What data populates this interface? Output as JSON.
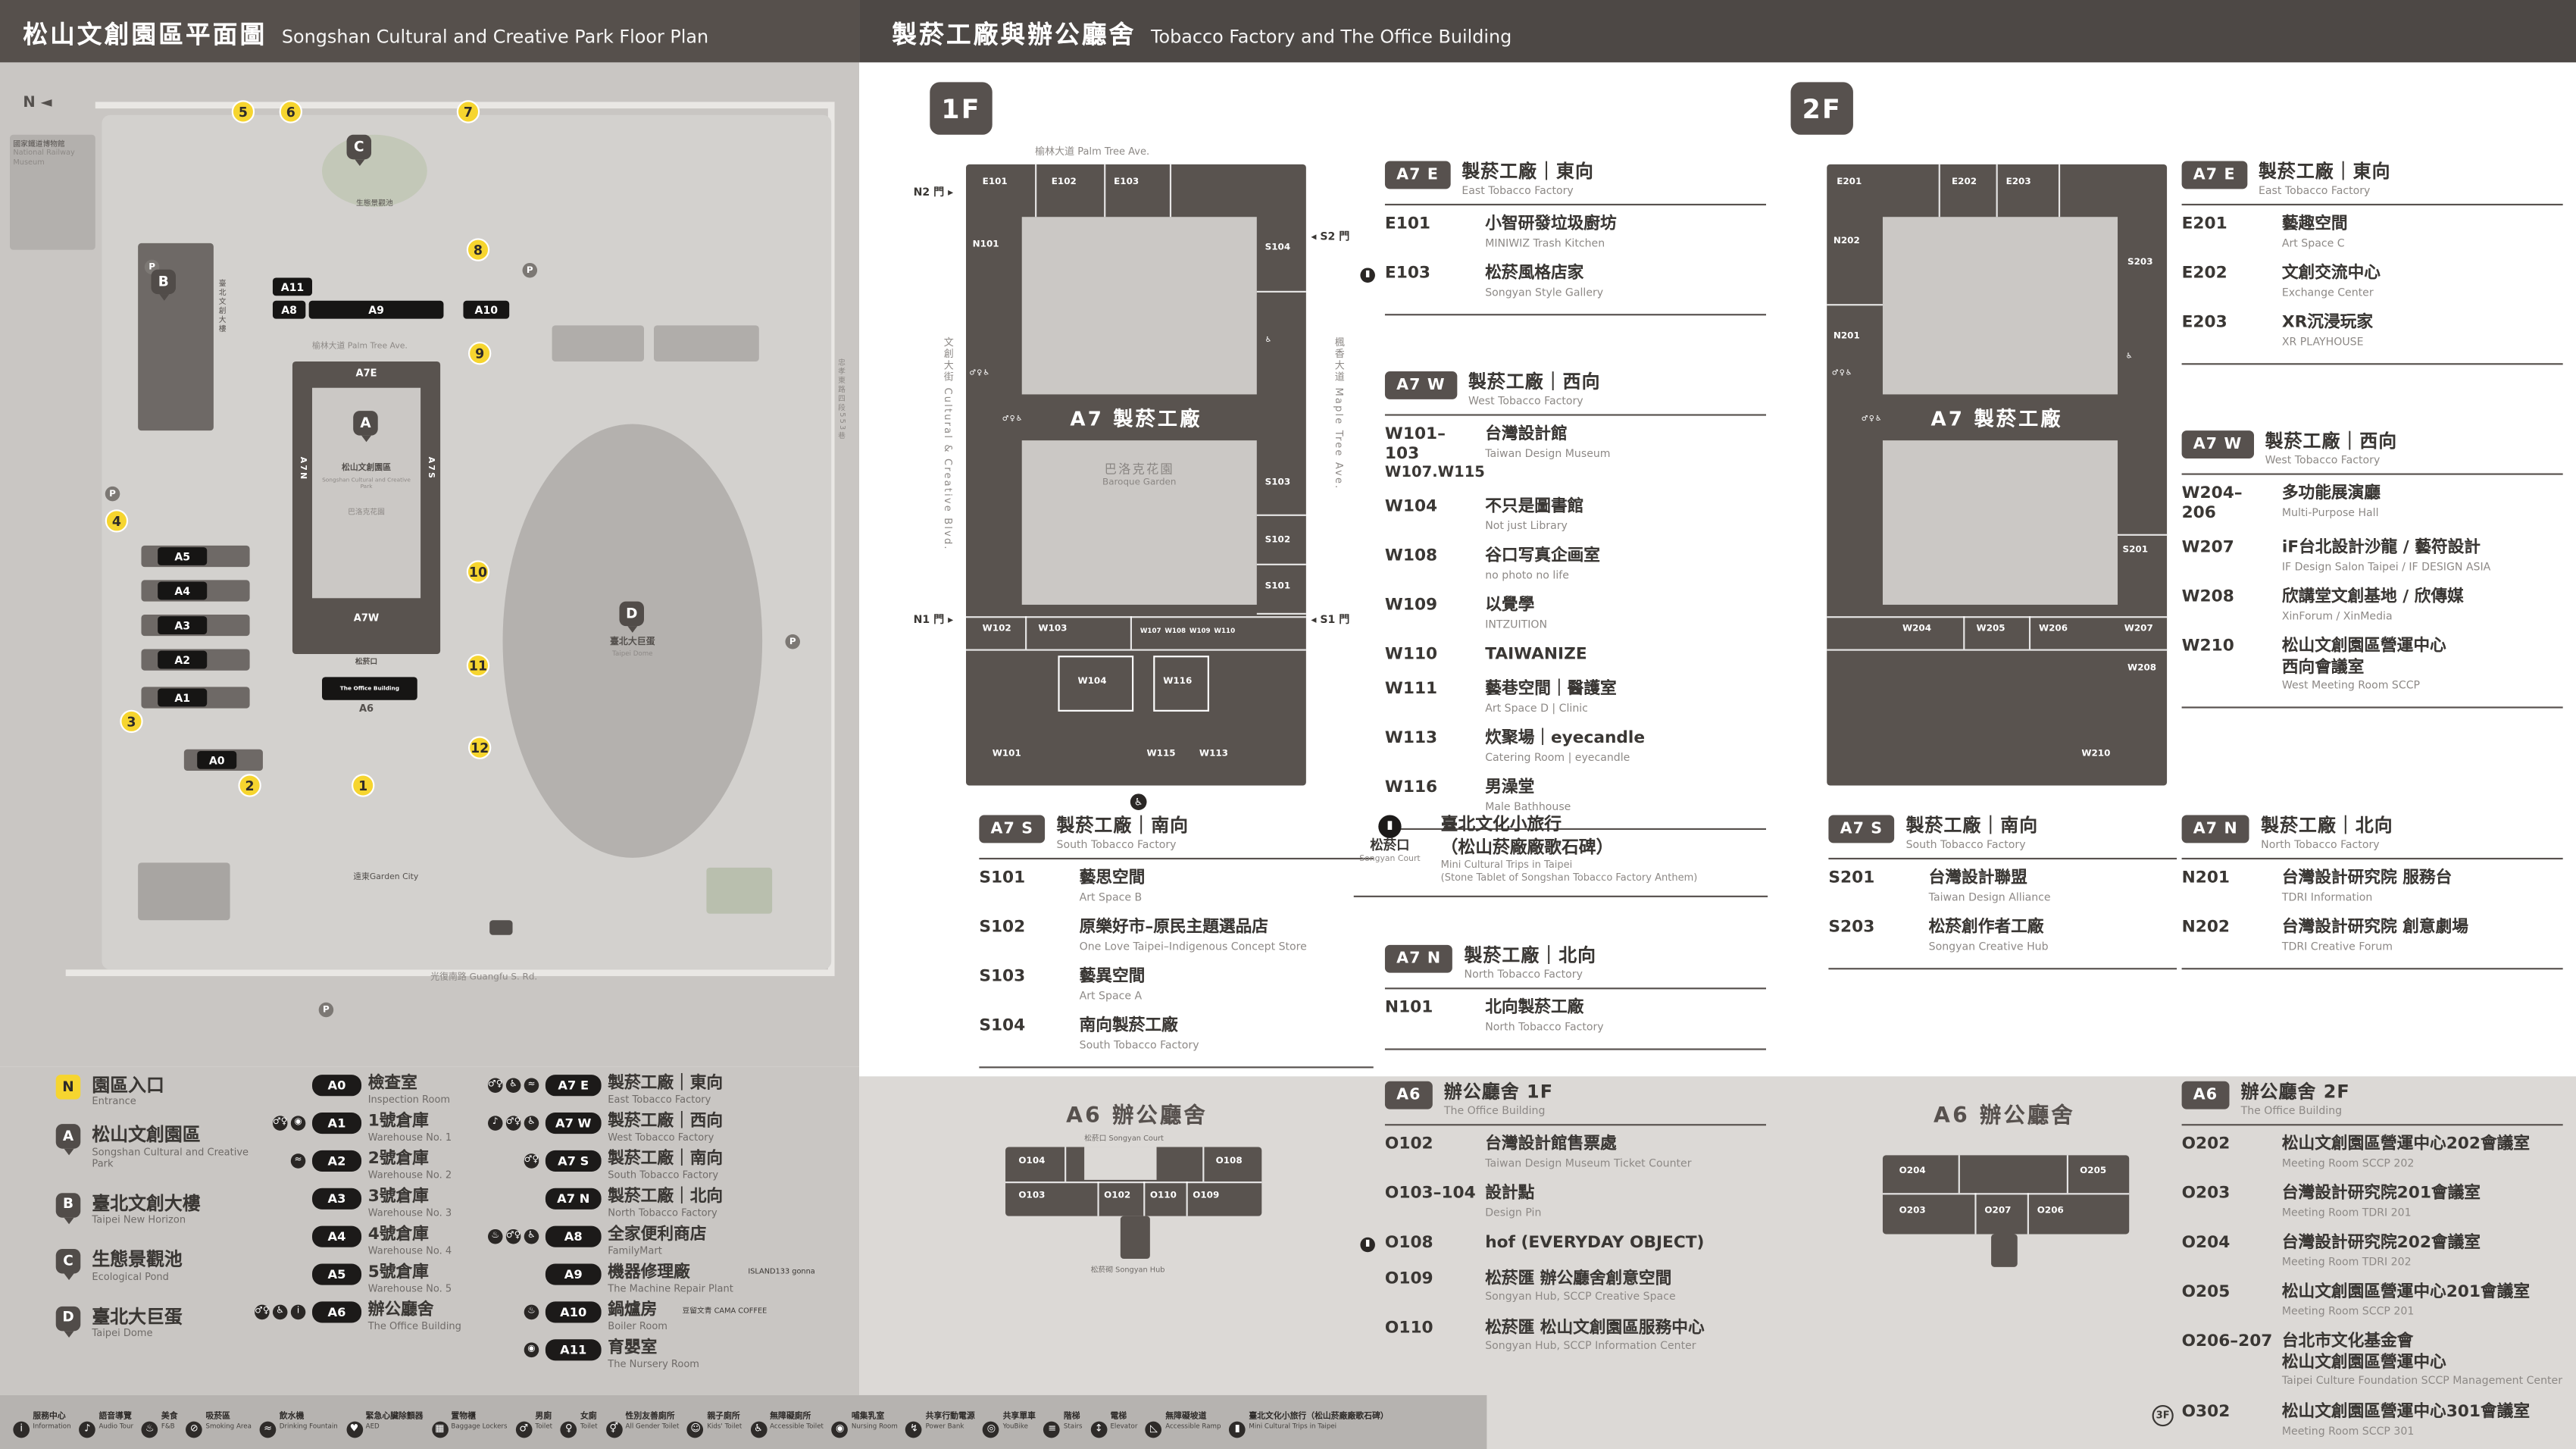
{
  "left_header": {
    "zh": "松山文創園區平面圖",
    "en": "Songshan Cultural and Creative Park Floor Plan"
  },
  "right_header": {
    "zh": "製菸工廠與辦公廳舍",
    "en": "Tobacco Factory and The Office Building"
  },
  "floors": {
    "f1": "1F",
    "f2": "2F"
  },
  "glyphs": {
    "north": "N",
    "wc": "♂♀♿",
    "acc": "♿"
  },
  "icon_glyphs": {
    "info": "i",
    "audio": "♪",
    "food": "♨",
    "smoking": "⊘",
    "fountain": "≈",
    "aed": "♥",
    "locker": "▦",
    "mens": "♂",
    "womens": "♀",
    "allgender": "⚥",
    "kids": "☺",
    "accessible": "♿",
    "nursing": "◉",
    "powerbank": "↯",
    "bike": "◎",
    "stairs": "≡",
    "elevator": "↕",
    "ramp": "◺",
    "landmark": "▮",
    "toilet": "♂♀"
  },
  "map": {
    "railway_zh": "國家鐵道博物館",
    "railway_en": "National Railway Museum",
    "eco_zh": "生態景觀池",
    "eco_en": "Ecological Pond",
    "palm_ave": "榆林大道 Palm Tree Ave.",
    "new_horizon_zh": "臺北文創大樓",
    "a7e": "A7E",
    "a7w": "A7W",
    "a7n": "A7N",
    "a7s": "A7S",
    "a6": "A6",
    "sccp_zh": "松山文創園區",
    "sccp_en": "Songshan Cultural and Creative Park",
    "baroque_zh": "巴洛克花園",
    "court": "松菸口",
    "office_en": "The Office Building",
    "dome_zh": "臺北大巨蛋",
    "dome_en": "Taipei Dome",
    "garden_city": "遠東Garden City",
    "guangfu": "光復南路 Guangfu S. Rd.",
    "zhongxiao": "忠孝東路四段553巷",
    "numbers": [
      "1",
      "2",
      "3",
      "4",
      "5",
      "6",
      "7",
      "8",
      "9",
      "10",
      "11",
      "12"
    ],
    "pins": [
      "A",
      "B",
      "C",
      "D"
    ],
    "wh": [
      "A5",
      "A4",
      "A3",
      "A2",
      "A1",
      "A0"
    ],
    "tb": [
      "A8",
      "A9",
      "A10",
      "A11"
    ],
    "p": "P"
  },
  "legend": {
    "entrance": {
      "badge": "N",
      "zh": "園區入口",
      "en": "Entrance"
    },
    "places": [
      {
        "badge": "A",
        "zh": "松山文創園區",
        "en": "Songshan Cultural and Creative Park"
      },
      {
        "badge": "B",
        "zh": "臺北文創大樓",
        "en": "Taipei New Horizon"
      },
      {
        "badge": "C",
        "zh": "生態景觀池",
        "en": "Ecological Pond"
      },
      {
        "badge": "D",
        "zh": "臺北大巨蛋",
        "en": "Taipei Dome"
      }
    ],
    "col_a": [
      {
        "code": "A0",
        "zh": "檢查室",
        "en": "Inspection Room"
      },
      {
        "code": "A1",
        "zh": "1號倉庫",
        "en": "Warehouse No. 1",
        "icons": [
          "toilet",
          "nursing"
        ]
      },
      {
        "code": "A2",
        "zh": "2號倉庫",
        "en": "Warehouse No. 2",
        "icons": [
          "fountain"
        ]
      },
      {
        "code": "A3",
        "zh": "3號倉庫",
        "en": "Warehouse No. 3"
      },
      {
        "code": "A4",
        "zh": "4號倉庫",
        "en": "Warehouse No. 4"
      },
      {
        "code": "A5",
        "zh": "5號倉庫",
        "en": "Warehouse No. 5"
      },
      {
        "code": "A6",
        "zh": "辦公廳舍",
        "en": "The Office Building",
        "icons": [
          "toilet",
          "accessible",
          "info"
        ]
      }
    ],
    "col_b": [
      {
        "code": "A7 E",
        "zh": "製菸工廠｜東向",
        "en": "East Tobacco Factory",
        "icons": [
          "toilet",
          "accessible",
          "fountain"
        ]
      },
      {
        "code": "A7 W",
        "zh": "製菸工廠｜西向",
        "en": "West Tobacco Factory",
        "icons": [
          "audio",
          "toilet",
          "accessible"
        ]
      },
      {
        "code": "A7 S",
        "zh": "製菸工廠｜南向",
        "en": "South Tobacco Factory",
        "icons": [
          "toilet"
        ]
      },
      {
        "code": "A7 N",
        "zh": "製菸工廠｜北向",
        "en": "North Tobacco Factory"
      },
      {
        "code": "A8",
        "zh": "全家便利商店",
        "en": "FamilyMart",
        "icons": [
          "food",
          "toilet",
          "accessible"
        ]
      },
      {
        "code": "A9",
        "zh": "機器修理廠",
        "en": "The Machine Repair Plant",
        "note": "ISLAND133 gonna"
      },
      {
        "code": "A10",
        "zh": "鍋爐房",
        "en": "Boiler Room",
        "note": "豆留文青 CAMA COFFEE",
        "icons": [
          "food"
        ]
      },
      {
        "code": "A11",
        "zh": "育嬰室",
        "en": "The Nursery Room",
        "icons": [
          "nursing"
        ]
      }
    ]
  },
  "plan1": {
    "rooms": [
      "E101",
      "E102",
      "E103",
      "N101",
      "S104",
      "S103",
      "S102",
      "S101",
      "W102",
      "W103",
      "W107",
      "W108",
      "W109",
      "W110",
      "W104",
      "W116",
      "W101",
      "W115",
      "W113"
    ],
    "center": "A7 製菸工廠",
    "garden_zh": "巴洛克花園",
    "garden_en": "Baroque Garden",
    "gates": [
      "N2 門 ▸",
      "◂ S2 門",
      "N1 門 ▸",
      "◂ S1 門"
    ],
    "ave_top": "榆林大道 Palm Tree Ave.",
    "ave_left": "文創大街 Cultural & Creative Blvd.",
    "ave_right": "楓香大道 Maple Tree Ave."
  },
  "plan2": {
    "rooms": [
      "E201",
      "E202",
      "E203",
      "N202",
      "N201",
      "S203",
      "S201",
      "W204",
      "W205",
      "W206",
      "W207",
      "W208",
      "W210"
    ],
    "center": "A7 製菸工廠"
  },
  "f1_east": {
    "code": "A7 E",
    "zh": "製菸工廠｜東向",
    "en": "East Tobacco Factory",
    "rows": [
      {
        "code": "E101",
        "zh": "小智研發垃圾廚坊",
        "en": "MINIWIZ Trash Kitchen"
      },
      {
        "code": "E103",
        "zh": "松菸風格店家",
        "en": "Songyan Style Gallery",
        "icons": [
          "landmark"
        ]
      }
    ]
  },
  "f1_west": {
    "code": "A7 W",
    "zh": "製菸工廠｜西向",
    "en": "West Tobacco Factory",
    "rows": [
      {
        "code": "W101–103",
        "code2": "W107.W115",
        "zh": "台灣設計館",
        "en": "Taiwan Design Museum"
      },
      {
        "code": "W104",
        "zh": "不只是圖書館",
        "en": "Not just Library"
      },
      {
        "code": "W108",
        "zh": "谷口写真企画室",
        "en": "no photo no life"
      },
      {
        "code": "W109",
        "zh": "以覺學",
        "en": "INTZUITION"
      },
      {
        "code": "W110",
        "zh": "TAIWANIZE"
      },
      {
        "code": "W111",
        "zh": "藝巷空間｜醫護室",
        "en": "Art Space D | Clinic"
      },
      {
        "code": "W113",
        "zh": "炊聚場｜eyecandle",
        "en": "Catering Room | eyecandle"
      },
      {
        "code": "W116",
        "zh": "男澡堂",
        "en": "Male Bathhouse"
      }
    ]
  },
  "f1_south": {
    "code": "A7 S",
    "zh": "製菸工廠｜南向",
    "en": "South Tobacco Factory",
    "rows": [
      {
        "code": "S101",
        "zh": "藝思空間",
        "en": "Art Space B"
      },
      {
        "code": "S102",
        "zh": "原樂好市–原民主題選品店",
        "en": "One Love Taipei–Indigenous Concept Store"
      },
      {
        "code": "S103",
        "zh": "藝異空間",
        "en": "Art Space A"
      },
      {
        "code": "S104",
        "zh": "南向製菸工廠",
        "en": "South Tobacco Factory"
      }
    ]
  },
  "songyan": {
    "label_zh": "松菸口",
    "label_en": "Songyan Court",
    "zh1": "臺北文化小旅行",
    "zh2": "（松山菸廠廠歌石碑）",
    "en1": "Mini Cultural Trips in Taipei",
    "en2": "(Stone Tablet of Songshan Tobacco Factory Anthem)"
  },
  "f1_north": {
    "code": "A7 N",
    "zh": "製菸工廠｜北向",
    "en": "North Tobacco Factory",
    "rows": [
      {
        "code": "N101",
        "zh": "北向製菸工廠",
        "en": "North Tobacco Factory"
      }
    ]
  },
  "a6_1f": {
    "title": "A6 辦公廳舍",
    "court": "松菸口 Songyan Court",
    "hub": "松菸砌 Songyan Hub",
    "plan_rooms": [
      "O104",
      "O108",
      "O103",
      "O102",
      "O110",
      "O109"
    ],
    "list": {
      "code": "A6",
      "zh": "辦公廳舍 1F",
      "en": "The Office Building",
      "rows": [
        {
          "code": "O102",
          "zh": "台灣設計館售票處",
          "en": "Taiwan Design Museum Ticket Counter"
        },
        {
          "code": "O103–104",
          "zh": "設計點",
          "en": "Design Pin"
        },
        {
          "code": "O108",
          "zh": "hof (EVERYDAY OBJECT)",
          "icons": [
            "landmark"
          ]
        },
        {
          "code": "O109",
          "zh": "松菸匯 辦公廳舍創意空間",
          "en": "Songyan Hub, SCCP Creative Space"
        },
        {
          "code": "O110",
          "zh": "松菸匯 松山文創園區服務中心",
          "en": "Songyan Hub, SCCP Information Center"
        }
      ]
    }
  },
  "f2_east": {
    "code": "A7 E",
    "zh": "製菸工廠｜東向",
    "en": "East Tobacco Factory",
    "rows": [
      {
        "code": "E201",
        "zh": "藝趣空間",
        "en": "Art Space C"
      },
      {
        "code": "E202",
        "zh": "文創交流中心",
        "en": "Exchange Center"
      },
      {
        "code": "E203",
        "zh": "XR沉浸玩家",
        "en": "XR PLAYHOUSE"
      }
    ]
  },
  "f2_west": {
    "code": "A7 W",
    "zh": "製菸工廠｜西向",
    "en": "West Tobacco Factory",
    "rows": [
      {
        "code": "W204–206",
        "zh": "多功能展演廳",
        "en": "Multi-Purpose Hall"
      },
      {
        "code": "W207",
        "zh": "iF台北設計沙龍 / 藝符設計",
        "en": "IF Design Salon Taipei / IF DESIGN ASIA"
      },
      {
        "code": "W208",
        "zh": "欣講堂文創基地 / 欣傳媒",
        "en": "XinForum / XinMedia"
      },
      {
        "code": "W210",
        "zh": "松山文創園區營運中心",
        "zh2": "西向會議室",
        "en": "West Meeting Room SCCP"
      }
    ]
  },
  "f2_south": {
    "code": "A7 S",
    "zh": "製菸工廠｜南向",
    "en": "South Tobacco Factory",
    "rows": [
      {
        "code": "S201",
        "zh": "台灣設計聯盟",
        "en": "Taiwan Design Alliance"
      },
      {
        "code": "S203",
        "zh": "松菸創作者工廠",
        "en": "Songyan Creative Hub"
      }
    ]
  },
  "f2_north": {
    "code": "A7 N",
    "zh": "製菸工廠｜北向",
    "en": "North Tobacco Factory",
    "rows": [
      {
        "code": "N201",
        "zh": "台灣設計研究院 服務台",
        "en": "TDRI Information"
      },
      {
        "code": "N202",
        "zh": "台灣設計研究院 創意劇場",
        "en": "TDRI Creative Forum"
      }
    ]
  },
  "a6_2f": {
    "title": "A6 辦公廳舍",
    "plan_rooms": [
      "O204",
      "O205",
      "O203",
      "O207",
      "O206"
    ],
    "list": {
      "code": "A6",
      "zh": "辦公廳舍 2F",
      "en": "The Office Building",
      "rows": [
        {
          "code": "O202",
          "zh": "松山文創園區營運中心202會議室",
          "en": "Meeting Room SCCP 202"
        },
        {
          "code": "O203",
          "zh": "台灣設計研究院201會議室",
          "en": "Meeting Room TDRI 201"
        },
        {
          "code": "O204",
          "zh": "台灣設計研究院202會議室",
          "en": "Meeting Room TDRI 202"
        },
        {
          "code": "O205",
          "zh": "松山文創園區營運中心201會議室",
          "en": "Meeting Room SCCP 201"
        },
        {
          "code": "O206–207",
          "zh": "台北市文化基金會",
          "zh2": "松山文創園區營運中心",
          "en": "Taipei Culture Foundation SCCP Management Center"
        }
      ]
    },
    "extra": {
      "floor": "3F",
      "code": "O302",
      "zh": "松山文創園區營運中心301會議室",
      "en": "Meeting Room SCCP 301"
    }
  },
  "footer": [
    {
      "zh": "服務中心",
      "en": "Information",
      "icons": [
        "info"
      ]
    },
    {
      "zh": "語音導覽",
      "en": "Audio Tour",
      "icons": [
        "audio"
      ]
    },
    {
      "zh": "美食",
      "en": "F&B",
      "icons": [
        "food"
      ]
    },
    {
      "zh": "吸菸區",
      "en": "Smoking Area",
      "icons": [
        "smoking"
      ]
    },
    {
      "zh": "飲水機",
      "en": "Drinking Fountain",
      "icons": [
        "fountain"
      ]
    },
    {
      "zh": "緊急心臟除顫器",
      "en": "AED",
      "icons": [
        "aed"
      ]
    },
    {
      "zh": "置物櫃",
      "en": "Baggage Lockers",
      "icons": [
        "locker"
      ]
    },
    {
      "zh": "男廁",
      "en": "Toilet",
      "icons": [
        "mens"
      ]
    },
    {
      "zh": "女廁",
      "en": "Toilet",
      "icons": [
        "womens"
      ]
    },
    {
      "zh": "性別友善廁所",
      "en": "All Gender Toilet",
      "icons": [
        "allgender"
      ]
    },
    {
      "zh": "親子廁所",
      "en": "Kids' Toilet",
      "icons": [
        "kids"
      ]
    },
    {
      "zh": "無障礙廁所",
      "en": "Accessible Toilet",
      "icons": [
        "accessible"
      ]
    },
    {
      "zh": "哺集乳室",
      "en": "Nursing Room",
      "icons": [
        "nursing"
      ]
    },
    {
      "zh": "共享行動電源",
      "en": "Power Bank",
      "icons": [
        "powerbank"
      ]
    },
    {
      "zh": "共享單車",
      "en": "YouBike",
      "icons": [
        "bike"
      ]
    },
    {
      "zh": "階梯",
      "en": "Stairs",
      "icons": [
        "stairs"
      ]
    },
    {
      "zh": "電梯",
      "en": "Elevator",
      "icons": [
        "elevator"
      ]
    },
    {
      "zh": "無障礙坡道",
      "en": "Accessible Ramp",
      "icons": [
        "ramp"
      ]
    },
    {
      "zh": "臺北文化小旅行（松山菸廠廠歌石碑）",
      "en": "Mini Cultural Trips in Taipei",
      "icons": [
        "landmark"
      ]
    }
  ]
}
